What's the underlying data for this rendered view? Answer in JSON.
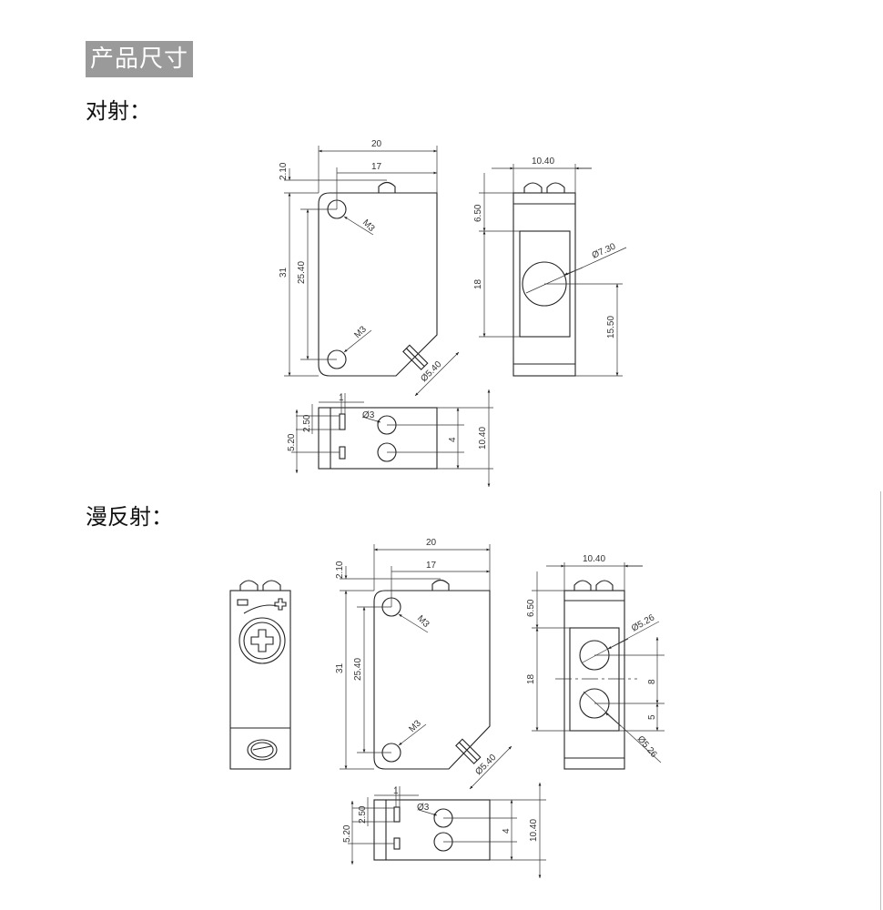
{
  "section_tag": "产品尺寸",
  "headings": {
    "through_beam": "对射：",
    "diffuse": "漫反射："
  },
  "drawing1": {
    "side": {
      "width": "20",
      "hole_offset": "17",
      "top": "2.10",
      "height": "31",
      "hole_pitch": "25.40",
      "thread_top": "M3",
      "thread_bottom": "M3",
      "cable": "Ø5.40"
    },
    "front": {
      "width": "10.40",
      "top": "6.50",
      "window": "18",
      "lens_height": "15.50",
      "lens": "Ø7.30"
    },
    "bottom": {
      "slot": "1",
      "pin": "2.50",
      "pin_pitch": "5.20",
      "hole": "Ø3",
      "hole_pitch": "4",
      "width": "10.40"
    }
  },
  "drawing2": {
    "side": {
      "width": "20",
      "hole_offset": "17",
      "top": "2.10",
      "height": "31",
      "hole_pitch": "25.40",
      "thread_top": "M3",
      "thread_bottom": "M3",
      "cable": "Ø5.40"
    },
    "front": {
      "width": "10.40",
      "top": "6.50",
      "window": "18",
      "lens_top": "Ø5.26",
      "lens_bottom": "Ø5.26",
      "lens_pitch": "8",
      "lens_offset": "5"
    },
    "bottom": {
      "slot": "1",
      "pin": "2.50",
      "pin_pitch": "5.20",
      "hole": "Ø3",
      "hole_pitch": "4",
      "width": "10.40"
    }
  }
}
